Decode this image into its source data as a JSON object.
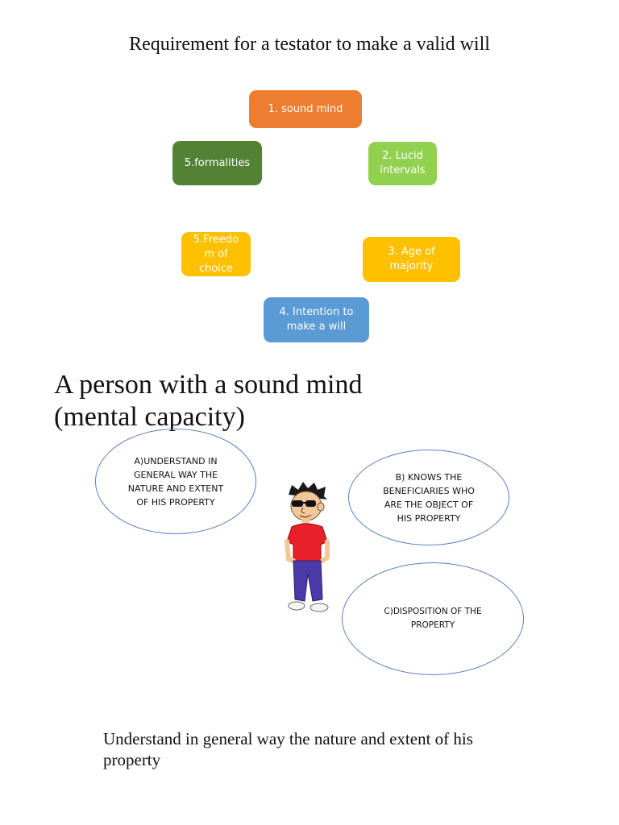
{
  "title": "Requirement for a testator to make a valid will",
  "boxes": [
    {
      "id": "b1",
      "label": "1. sound mind",
      "color": "#ed7d31"
    },
    {
      "id": "b2",
      "label": "5.formalities",
      "color": "#548235"
    },
    {
      "id": "b3",
      "label": "2. Lucid\nintervals",
      "color": "#92d050"
    },
    {
      "id": "b4",
      "label": "5.Freedo\nm of\nchoice",
      "color": "#ffc000"
    },
    {
      "id": "b5",
      "label": "3. Age of\nmajority",
      "color": "#ffc000"
    },
    {
      "id": "b6",
      "label": "4. Intention to\nmake a will",
      "color": "#5b9bd5"
    }
  ],
  "heading": "A person with a sound mind\n(mental capacity)",
  "ovals": [
    {
      "id": "o1",
      "text": "A)UNDERSTAND IN\nGENERAL WAY THE\nNATURE  AND EXTENT\nOF HIS PROPERTY"
    },
    {
      "id": "o2",
      "text": "B) KNOWS  THE\nBENEFICIARIES WHO\nARE THE OBJECT  OF\nHIS PROPERTY"
    },
    {
      "id": "o3",
      "text": "C)DISPOSITION OF THE\nPROPERTY"
    }
  ],
  "bottom_text": "Understand in general way the nature and extent of his property",
  "illustration": "cartoon-man-sunglasses"
}
